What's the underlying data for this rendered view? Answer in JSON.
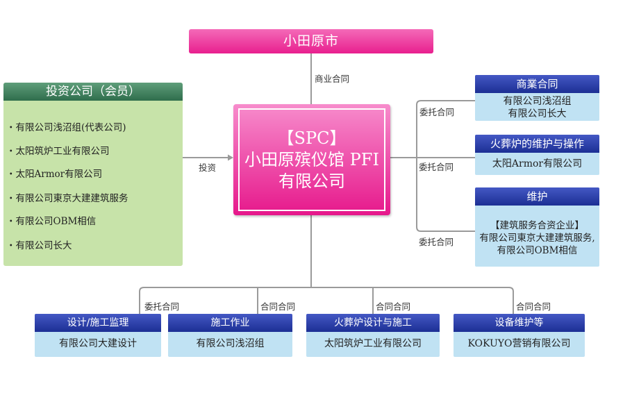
{
  "city": "小田原市",
  "investors": {
    "title": "投资公司（会员）",
    "items": [
      "・有限公司浅沼组(代表公司)",
      "・太阳筑炉工业有限公司",
      "・太阳Armor有限公司",
      "・有限公司東京大建建筑服务",
      "・有限公司OBM相信",
      "・有限公司长大"
    ]
  },
  "spc": {
    "line1": "【SPC】",
    "line2": "小田原殡仪馆 PFI",
    "line3": "有限公司"
  },
  "labels": {
    "commerce": "商业合同",
    "invest": "投资",
    "entrust": "委托合同",
    "contract": "合同合同"
  },
  "right_boxes": [
    {
      "title": "商業合同",
      "lines": [
        "有限公司浅沼组",
        "有限公司长大"
      ]
    },
    {
      "title": "火葬炉的维护与操作",
      "lines": [
        "太阳Armor有限公司"
      ]
    },
    {
      "title": "维护",
      "lines": [
        "【建筑服务合资企业】",
        "有限公司東京大建建筑服务,",
        "有限公司OBM相信"
      ]
    }
  ],
  "bottom_boxes": [
    {
      "title": "设计/施工监理",
      "lines": [
        "有限公司大建设计"
      ]
    },
    {
      "title": "施工作业",
      "lines": [
        "有限公司浅沼组"
      ]
    },
    {
      "title": "火葬炉设计与施工",
      "lines": [
        "太阳筑炉工业有限公司"
      ]
    },
    {
      "title": "设备维护等",
      "lines": [
        "KOKUYO营销有限公司"
      ]
    }
  ],
  "colors": {
    "pink": "#e81f8e",
    "navy": "#1c2f94",
    "light_blue": "#c0e2f3",
    "green_panel": "#c7e3a9",
    "green_head": "#2f6d4c",
    "connector": "#999999"
  }
}
